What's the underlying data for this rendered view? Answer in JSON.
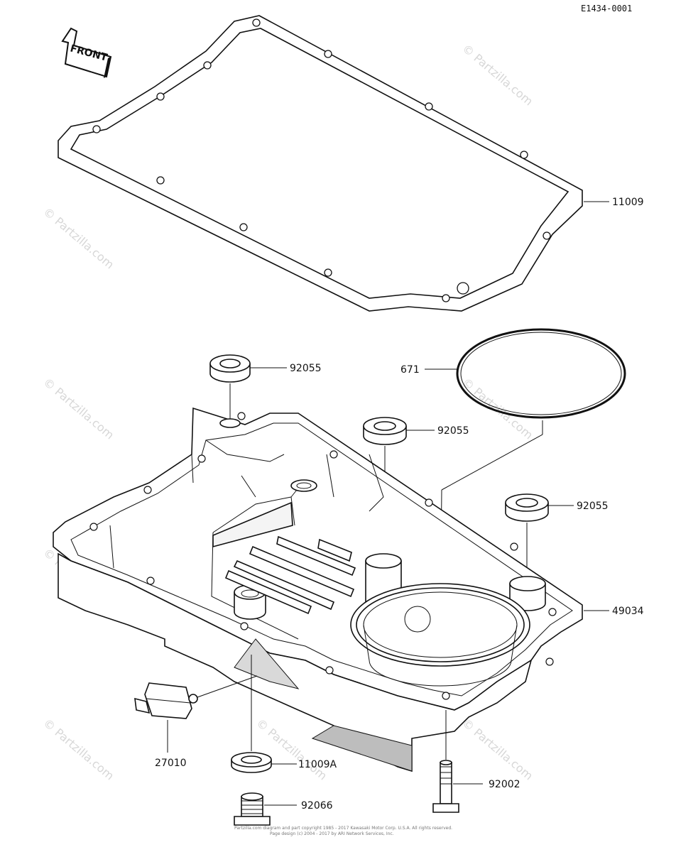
{
  "diagram_code": "E1434-0001",
  "front_label": "FRONT",
  "part_labels": {
    "gasket": "11009",
    "o_ring": "671",
    "washer_a": "92055",
    "washer_b": "92055",
    "washer_c": "92055",
    "oil_pan": "49034",
    "switch": "27010",
    "gasket_small": "11009A",
    "bolt": "92002",
    "drain_plug": "92066"
  },
  "watermark": "© Partzilla.com",
  "copyright_line1": "Partzilla.com diagram and part copyright 1985 - 2017 Kawasaki Motor Corp. U.S.A. All rights reserved.",
  "copyright_line2": "Page design (c) 2004 - 2017 by ARI Network Services, Inc."
}
